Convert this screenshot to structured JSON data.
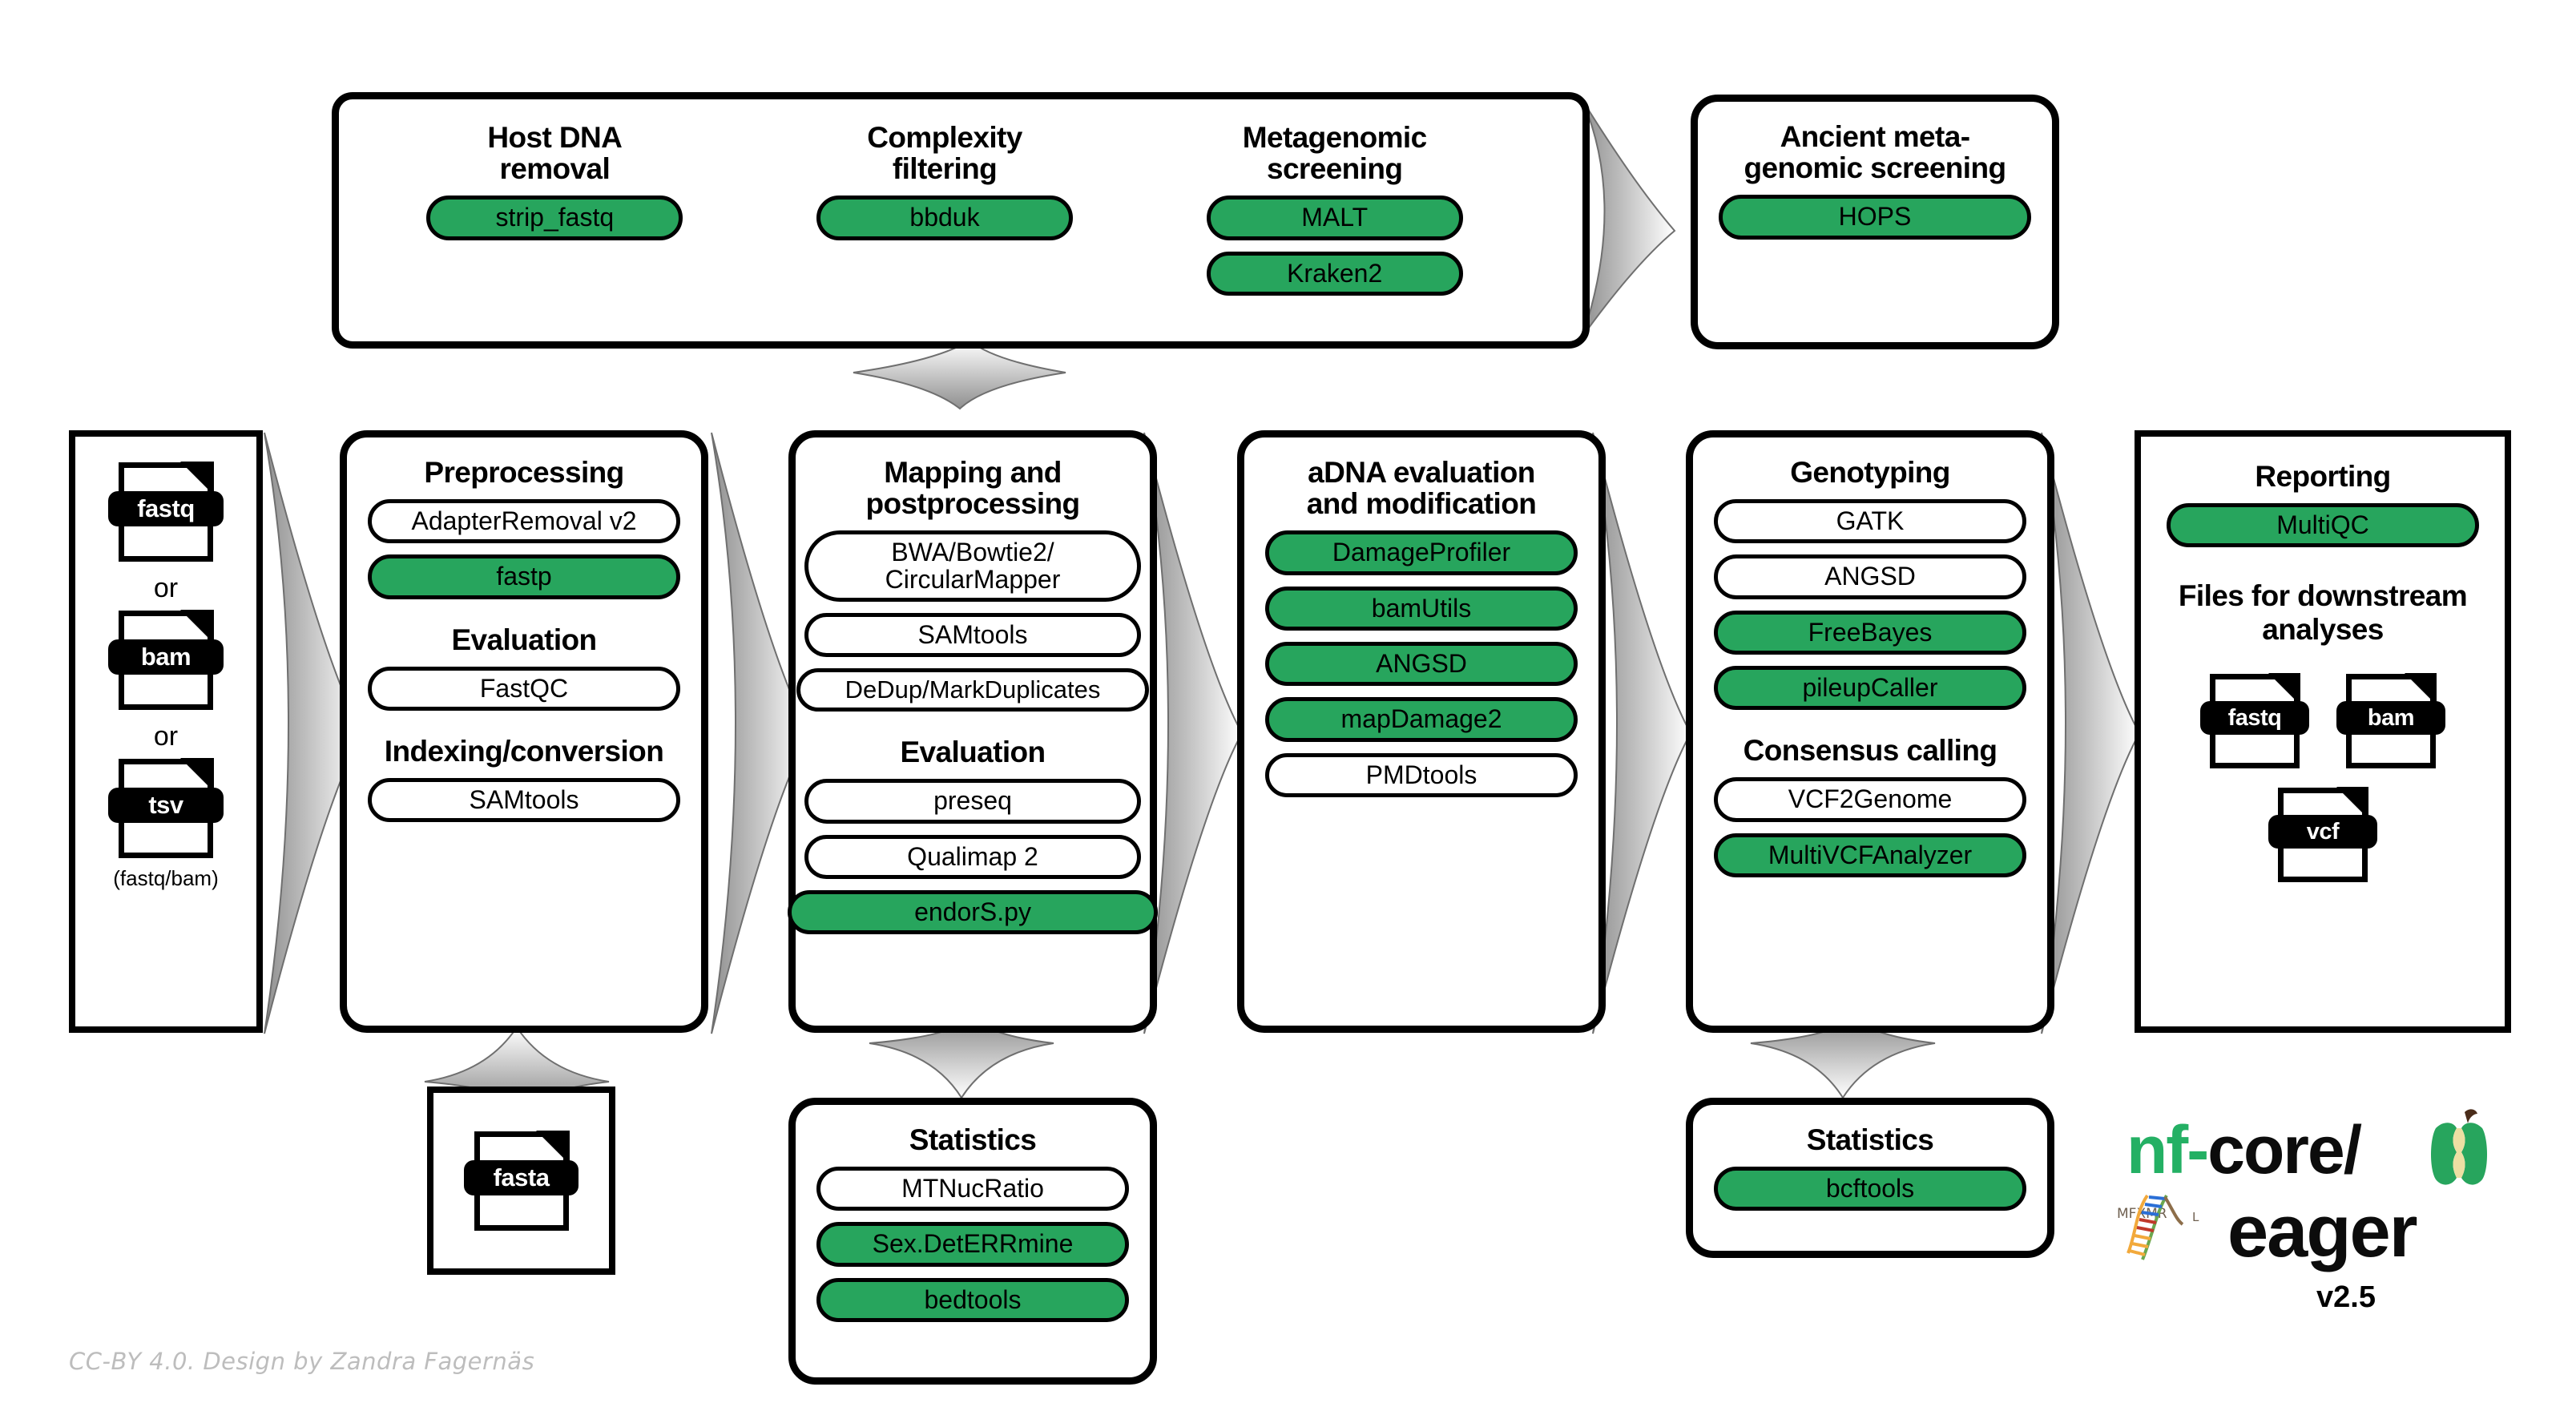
{
  "credit": "CC-BY 4.0. Design by Zandra Fagernäs",
  "logo": {
    "nf": "nf-",
    "core": "core/",
    "eager": "eager",
    "version": "v2.5"
  },
  "input_box": {
    "files": [
      "fastq",
      "bam",
      "tsv"
    ],
    "or_label": "or",
    "caption": "(fastq/bam)"
  },
  "top_group": {
    "columns": [
      {
        "title": "Host DNA\nremoval",
        "tools": [
          {
            "label": "strip_fastq",
            "green": true
          }
        ]
      },
      {
        "title": "Complexity\nfiltering",
        "tools": [
          {
            "label": "bbduk",
            "green": true
          }
        ]
      },
      {
        "title": "Metagenomic\nscreening",
        "tools": [
          {
            "label": "MALT",
            "green": true
          },
          {
            "label": "Kraken2",
            "green": true
          }
        ]
      }
    ]
  },
  "ancient_screening": {
    "title": "Ancient meta-\ngenomic screening",
    "tools": [
      {
        "label": "HOPS",
        "green": true
      }
    ]
  },
  "preprocessing": {
    "title": "Preprocessing",
    "tools": [
      {
        "label": "AdapterRemoval v2",
        "green": false
      },
      {
        "label": "fastp",
        "green": true
      }
    ],
    "sections": [
      {
        "heading": "Evaluation",
        "tools": [
          {
            "label": "FastQC",
            "green": false
          }
        ]
      },
      {
        "heading": "Indexing/conversion",
        "tools": [
          {
            "label": "SAMtools",
            "green": false
          }
        ]
      }
    ]
  },
  "mapping": {
    "title": "Mapping and\npostprocessing",
    "tools": [
      {
        "label": "BWA/Bowtie2/\nCircularMapper",
        "green": false,
        "two_line": true
      },
      {
        "label": "SAMtools",
        "green": false
      },
      {
        "label": "DeDup/MarkDuplicates",
        "green": false
      }
    ],
    "sections": [
      {
        "heading": "Evaluation",
        "tools": [
          {
            "label": "preseq",
            "green": false
          },
          {
            "label": "Qualimap 2",
            "green": false
          },
          {
            "label": "endorS.py",
            "green": true
          }
        ]
      }
    ]
  },
  "adna": {
    "title": "aDNA evaluation\nand modification",
    "tools": [
      {
        "label": "DamageProfiler",
        "green": true
      },
      {
        "label": "bamUtils",
        "green": true
      },
      {
        "label": "ANGSD",
        "green": true
      },
      {
        "label": "mapDamage2",
        "green": true
      },
      {
        "label": "PMDtools",
        "green": false
      }
    ]
  },
  "genotyping": {
    "title": "Genotyping",
    "tools": [
      {
        "label": "GATK",
        "green": false
      },
      {
        "label": "ANGSD",
        "green": false
      },
      {
        "label": "FreeBayes",
        "green": true
      },
      {
        "label": "pileupCaller",
        "green": true
      }
    ],
    "sections": [
      {
        "heading": "Consensus calling",
        "tools": [
          {
            "label": "VCF2Genome",
            "green": false
          },
          {
            "label": "MultiVCFAnalyzer",
            "green": true
          }
        ]
      }
    ]
  },
  "reporting": {
    "title": "Reporting",
    "tools": [
      {
        "label": "MultiQC",
        "green": true
      }
    ],
    "downstream_heading": "Files for downstream\nanalyses",
    "files": [
      "fastq",
      "bam",
      "vcf"
    ]
  },
  "reference_box": {
    "file": "fasta"
  },
  "stats_left": {
    "title": "Statistics",
    "tools": [
      {
        "label": "MTNucRatio",
        "green": false
      },
      {
        "label": "Sex.DetERRmine",
        "green": true
      },
      {
        "label": "bedtools",
        "green": true
      }
    ]
  },
  "stats_right": {
    "title": "Statistics",
    "tools": [
      {
        "label": "bcftools",
        "green": true
      }
    ]
  },
  "colors": {
    "green": "#27a55d",
    "outline": "#000000",
    "arrow_dark": "#8c8c8c",
    "arrow_light": "#ffffff"
  }
}
